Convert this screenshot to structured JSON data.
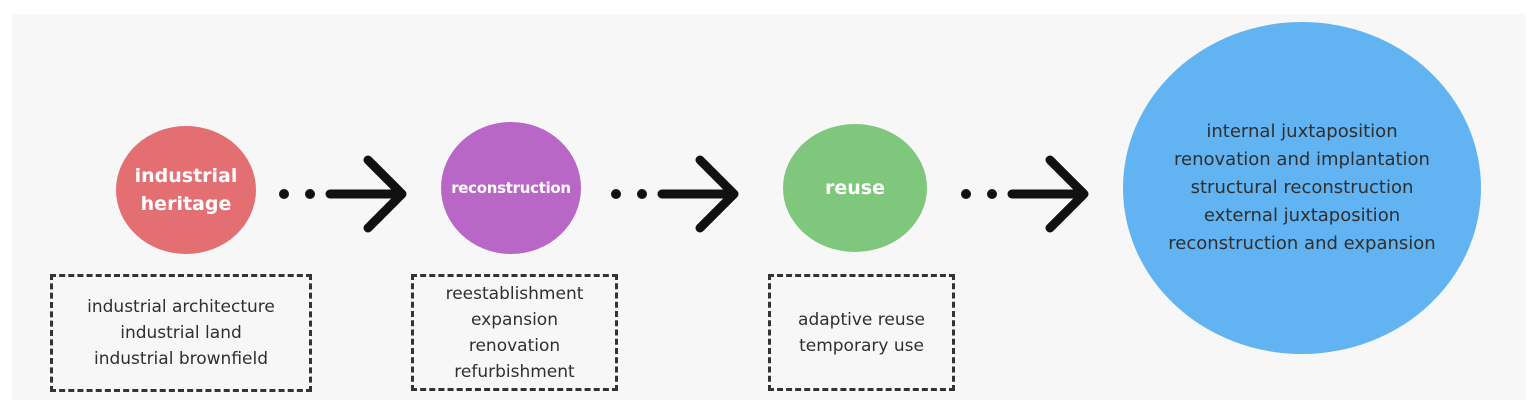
{
  "diagram": {
    "nodes": [
      {
        "id": "industrial-heritage",
        "label_lines": [
          "industrial",
          "heritage"
        ],
        "color": "#e36f72"
      },
      {
        "id": "reconstruction",
        "label_lines": [
          "reconstruction"
        ],
        "color": "#b867c7"
      },
      {
        "id": "reuse",
        "label_lines": [
          "reuse"
        ],
        "color": "#7fc77d"
      },
      {
        "id": "result",
        "color": "#61b3f2",
        "items": [
          "internal juxtaposition",
          "renovation and implantation",
          "structural reconstruction",
          "external juxtaposition",
          "reconstruction and expansion"
        ]
      }
    ],
    "boxes": [
      {
        "for": "industrial-heritage",
        "items": [
          "industrial architecture",
          "industrial land",
          "industrial brownfield"
        ]
      },
      {
        "for": "reconstruction",
        "items": [
          "reestablishment",
          "expansion",
          "renovation",
          "refurbishment"
        ]
      },
      {
        "for": "reuse",
        "items": [
          "adaptive reuse",
          "temporary use"
        ]
      }
    ],
    "edges": [
      {
        "from": "industrial-heritage",
        "to": "reconstruction",
        "style": "dots-arrow"
      },
      {
        "from": "reconstruction",
        "to": "reuse",
        "style": "dots-arrow"
      },
      {
        "from": "reuse",
        "to": "result",
        "style": "dots-arrow"
      }
    ],
    "colors": {
      "background": "#f7f7f7",
      "connector": "#111111",
      "box_border": "#333333",
      "text": "#2f2f2f"
    }
  }
}
